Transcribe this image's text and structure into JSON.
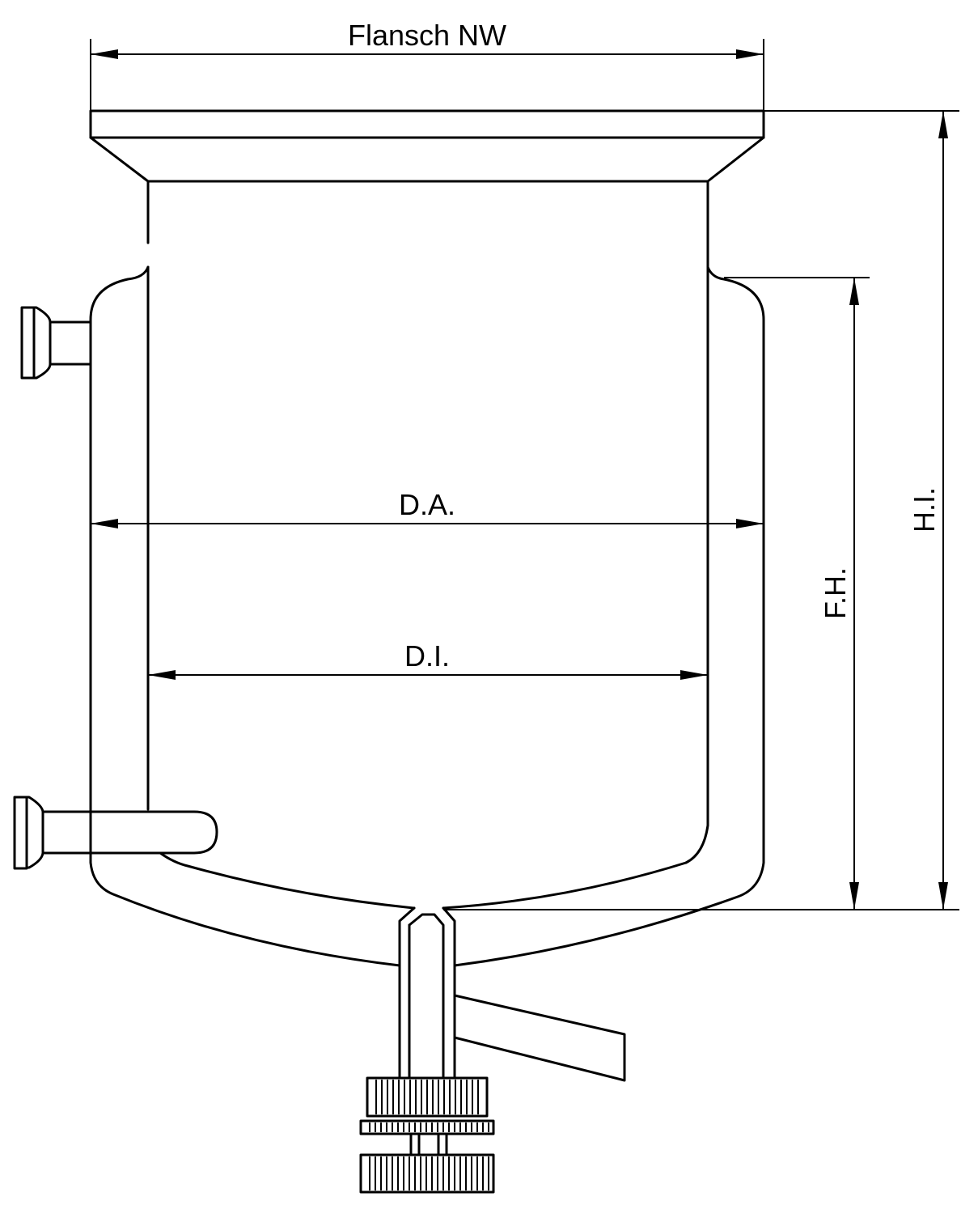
{
  "labels": {
    "flange": "Flansch NW",
    "outer_diameter": "D.A.",
    "inner_diameter": "D.I.",
    "fill_height": "F.H.",
    "inner_height": "H.I."
  },
  "colors": {
    "line": "#000000",
    "background": "#ffffff"
  }
}
